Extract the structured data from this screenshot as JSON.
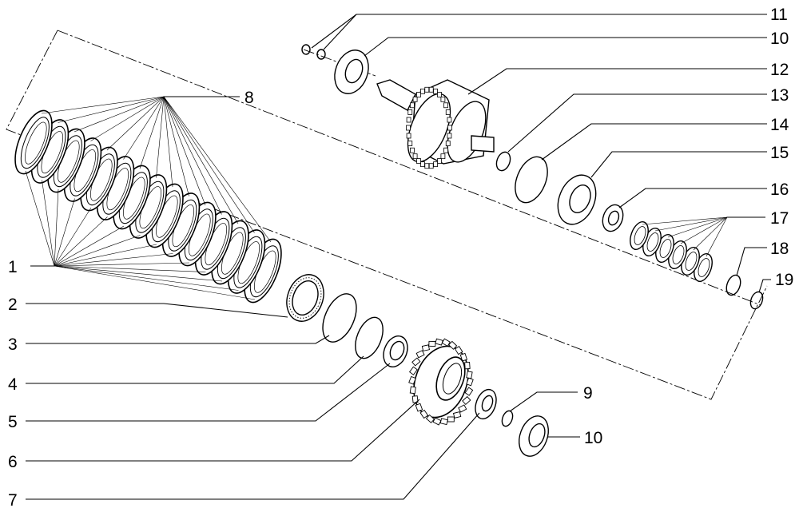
{
  "callouts": {
    "c1": "1",
    "c2": "2",
    "c3": "3",
    "c4": "4",
    "c5": "5",
    "c6": "6",
    "c7": "7",
    "c8": "8",
    "c9": "9",
    "c10a": "10",
    "c10b": "10",
    "c11": "11",
    "c12": "12",
    "c13": "13",
    "c14": "14",
    "c15": "15",
    "c16": "16",
    "c17": "17",
    "c18": "18",
    "c19": "19"
  }
}
